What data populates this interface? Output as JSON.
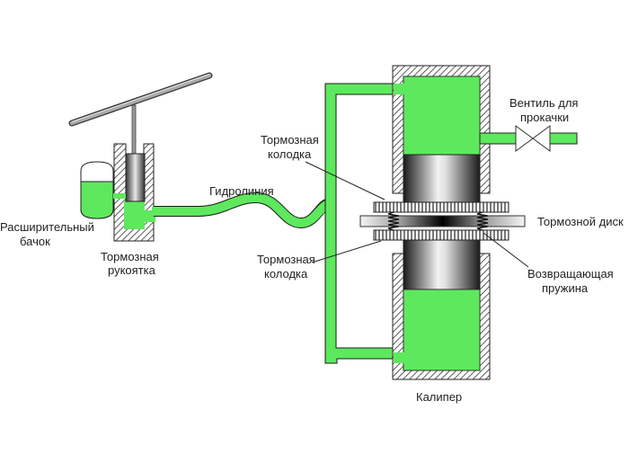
{
  "colors": {
    "fluid": "#5ee85e",
    "outline": "#1a1a1a",
    "background": "#ffffff",
    "hatch": "#333333"
  },
  "labels": {
    "reservoir": [
      "Расширительный",
      "бачок"
    ],
    "master_cylinder": [
      "Тормозная",
      "рукоятка"
    ],
    "hydraulic_line": "Гидролиния",
    "brake_pad_top": [
      "Тормозная",
      "колодка"
    ],
    "brake_pad_bottom": [
      "Тормозная",
      "колодка"
    ],
    "bleed_valve": [
      "Вентиль для",
      "прокачки"
    ],
    "brake_disc": "Тормозной диск",
    "return_spring": [
      "Возвращающая",
      "пружина"
    ],
    "caliper": "Калипер"
  }
}
